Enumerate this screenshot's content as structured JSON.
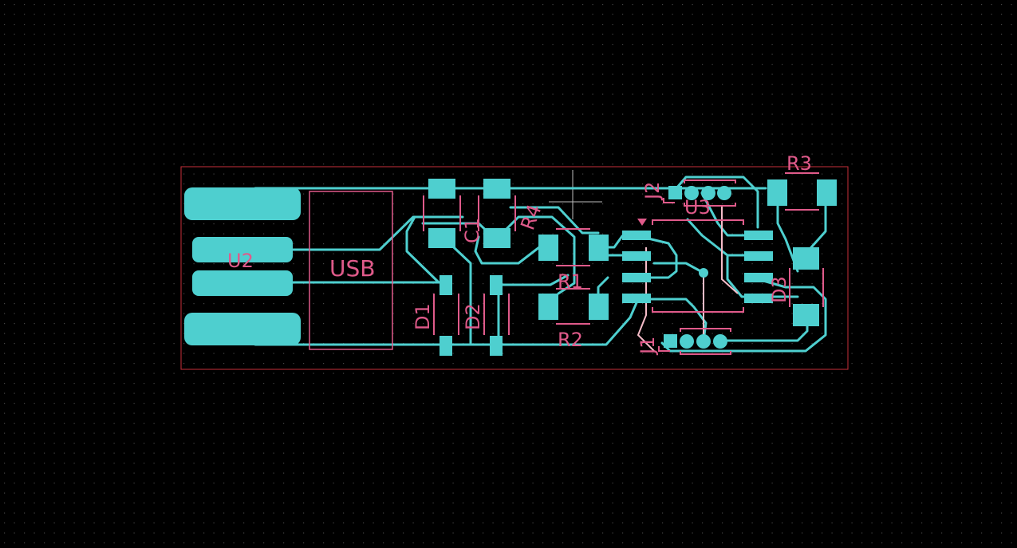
{
  "view": {
    "background": "#000000",
    "grid_dot_color": "#4a4a4a",
    "copper_color": "#4ecfcf",
    "silk_color": "#e05a8a",
    "silk_light_color": "#f0a0b8",
    "outline_color": "#c8303a",
    "crosshair_color": "#c8c8c8"
  },
  "board": {
    "usb_label": "USB",
    "connector_label": "U2"
  },
  "components": {
    "c1": "C1",
    "r4": "R4",
    "r1": "R1",
    "r2": "R2",
    "r3": "R3",
    "d1": "D1",
    "d2": "D2",
    "d3": "D3",
    "u3": "U3",
    "j1": "J1",
    "j2": "J2"
  }
}
